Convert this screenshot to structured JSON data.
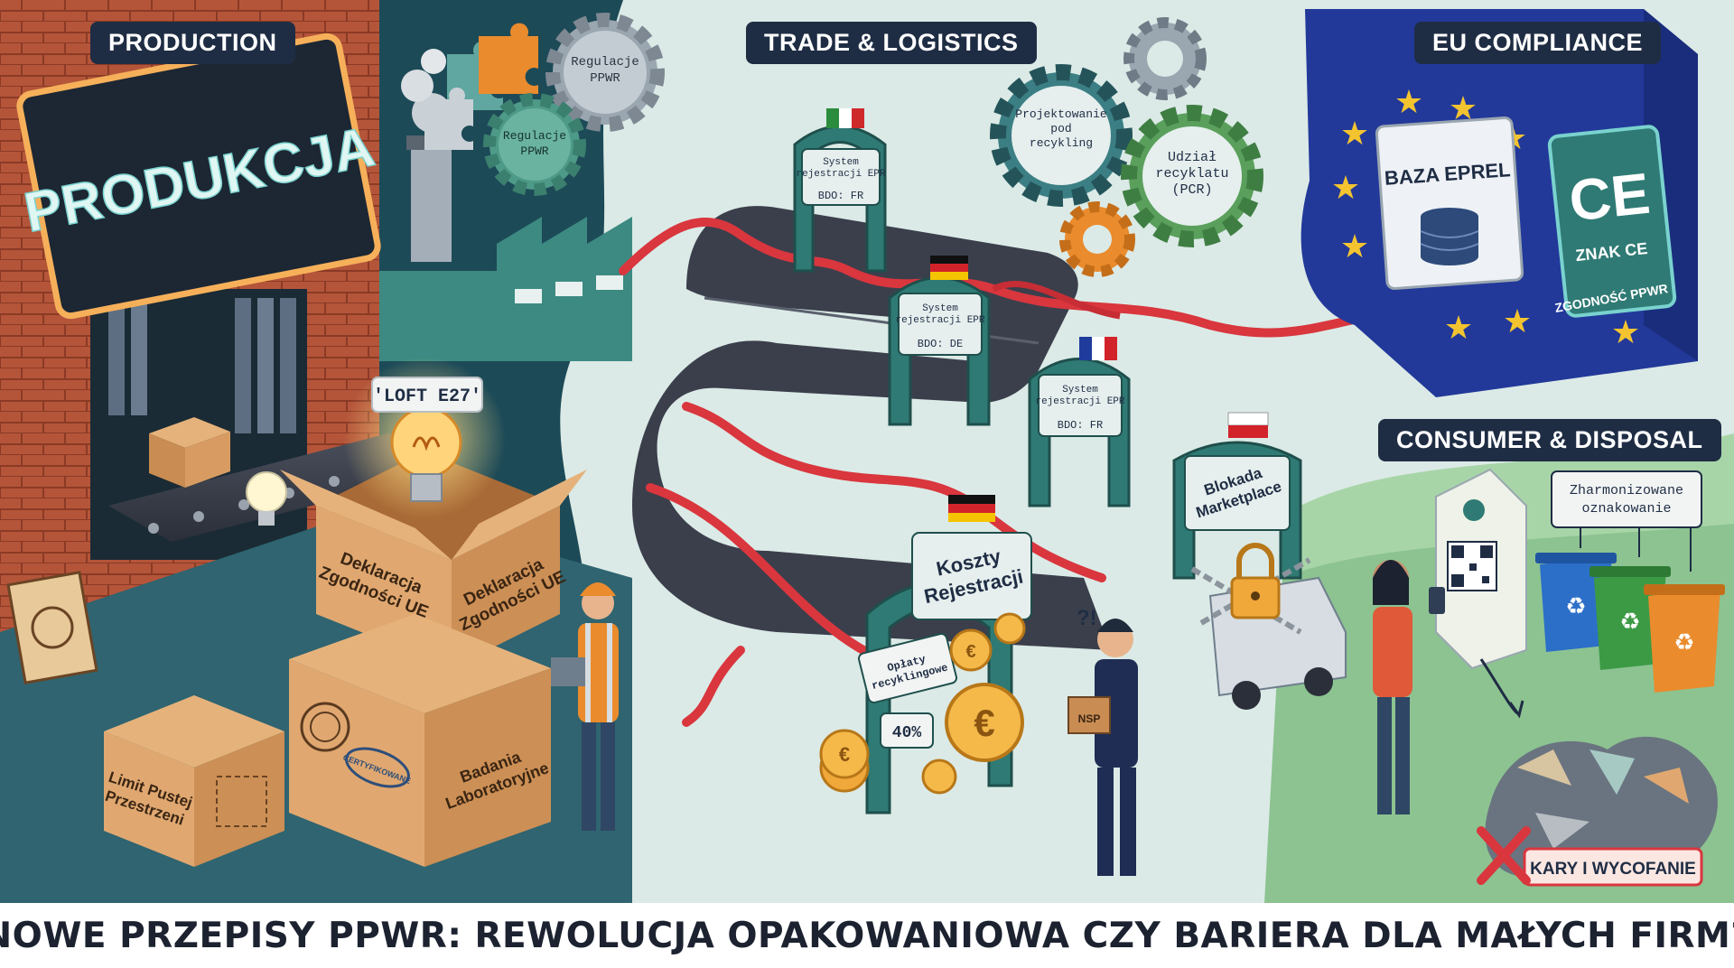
{
  "sections": {
    "production": "PRODUCTION",
    "trade": "TRADE & LOGISTICS",
    "compliance": "EU COMPLIANCE",
    "consumer": "CONSUMER & DISPOSAL"
  },
  "production": {
    "neon_sign": "PRODUKCJA",
    "gear_1": "Regulacje PPWR",
    "gear_2": "Regulacje PPWR",
    "bulb_label": "'LOFT E27'",
    "box_decl_front": "Deklaracja Zgodności UE",
    "box_decl_side": "Deklaracja Zgodności UE",
    "box_lab": "Badania Laboratoryjne",
    "box_limit": "Limit Pustej Przestrzeni",
    "stamp_text": "CERTYFIKOWANE"
  },
  "trade": {
    "gear_design": "Projektowanie pod recykling",
    "gear_pcr": "Udział recyklatu (PCR)",
    "gate_it": {
      "title": "System rejestracji EPR",
      "code": "BDO: FR"
    },
    "gate_de": {
      "title": "System rejestracji EPR",
      "code": "BDO: DE"
    },
    "gate_fr": {
      "title": "System rejestracji EPR",
      "code": "BDO: FR"
    },
    "gate_pl": {
      "title": "Blokada Marketplace"
    },
    "gate_costs": {
      "title": "Koszty Rejestracji"
    },
    "fees_label": "Opłaty recyklingowe",
    "percent_label": "40%",
    "confused_mark": "?!",
    "parcel_label": "NSP"
  },
  "compliance": {
    "database_label": "BAZA EPREL",
    "ce_mark": "CE",
    "ce_label": "ZNAK CE",
    "conformity_label": "ZGODNOŚĆ PPWR"
  },
  "consumer": {
    "harmonized_label": "Zharmonizowane oznakowanie",
    "penalty_label": "KARY I WYCOFANIE"
  },
  "footer": {
    "headline": "NOWE PRZEPISY PPWR: REWOLUCJA OPAKOWANIOWA CZY BARIERA DLA MAŁYCH FIRM?"
  },
  "icons": [
    "puzzle-icon",
    "gear-icon",
    "lightbulb-icon",
    "euro-coin-icon",
    "padlock-icon",
    "eu-stars-icon",
    "database-icon",
    "qr-code-icon",
    "recycle-icon",
    "red-x-icon",
    "flag-icon"
  ],
  "colors": {
    "brick": "#b4553a",
    "teal_dark": "#1d4a57",
    "navy": "#1f2d44",
    "eu_blue": "#22399a",
    "eu_star": "#f4c430",
    "ribbon_red": "#d9363e",
    "cardboard": "#e0a870",
    "gear_green": "#5aa05c",
    "gear_orange": "#ea8b2d",
    "neon": "#f7b05a"
  }
}
